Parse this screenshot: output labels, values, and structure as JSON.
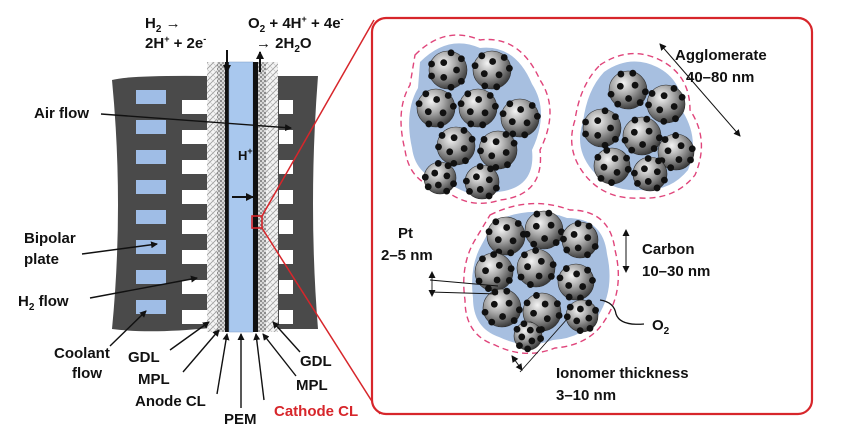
{
  "reactions": {
    "anode_line1": "H",
    "anode_line1_sub": "2",
    "anode_line1_rest": " →",
    "anode_line2": "2H",
    "anode_line2_sup": "+",
    "anode_line2_rest": " + 2e",
    "anode_line2_sup2": "-",
    "cathode_line1_a": "O",
    "cathode_line1_sub": "2",
    "cathode_line1_b": " + 4H",
    "cathode_line1_sup": "+",
    "cathode_line1_c": " + 4e",
    "cathode_line1_sup2": "-",
    "cathode_line2_a": "→ 2H",
    "cathode_line2_sub": "2",
    "cathode_line2_b": "O"
  },
  "left_labels": {
    "air_flow": "Air flow",
    "proton": "H",
    "proton_sup": "+",
    "bipolar_1": "Bipolar",
    "bipolar_2": "plate",
    "h2_flow_a": "H",
    "h2_flow_sub": "2",
    "h2_flow_b": " flow",
    "coolant_1": "Coolant",
    "coolant_2": "flow",
    "gdl_left": "GDL",
    "mpl_left": "MPL",
    "anode_cl": "Anode CL",
    "pem": "PEM",
    "gdl_right": "GDL",
    "mpl_right": "MPL",
    "cathode_cl": "Cathode CL"
  },
  "right_labels": {
    "agglomerate_1": "Agglomerate",
    "agglomerate_2": "40–80 nm",
    "pt_1": "Pt",
    "pt_2": "2–5 nm",
    "carbon_1": "Carbon",
    "carbon_2": "10–30 nm",
    "o2_a": "O",
    "o2_sub": "2",
    "ionomer_1": "Ionomer thickness",
    "ionomer_2": "3–10 nm"
  },
  "colors": {
    "accent_red": "#d7262b",
    "plate_gray": "#4a4a4a",
    "channel_blue": "#9fbde6",
    "pem_blue": "#a9c8ee",
    "ionomer_blue": "#a7bfe0",
    "dashed_pink": "#e0457b"
  }
}
